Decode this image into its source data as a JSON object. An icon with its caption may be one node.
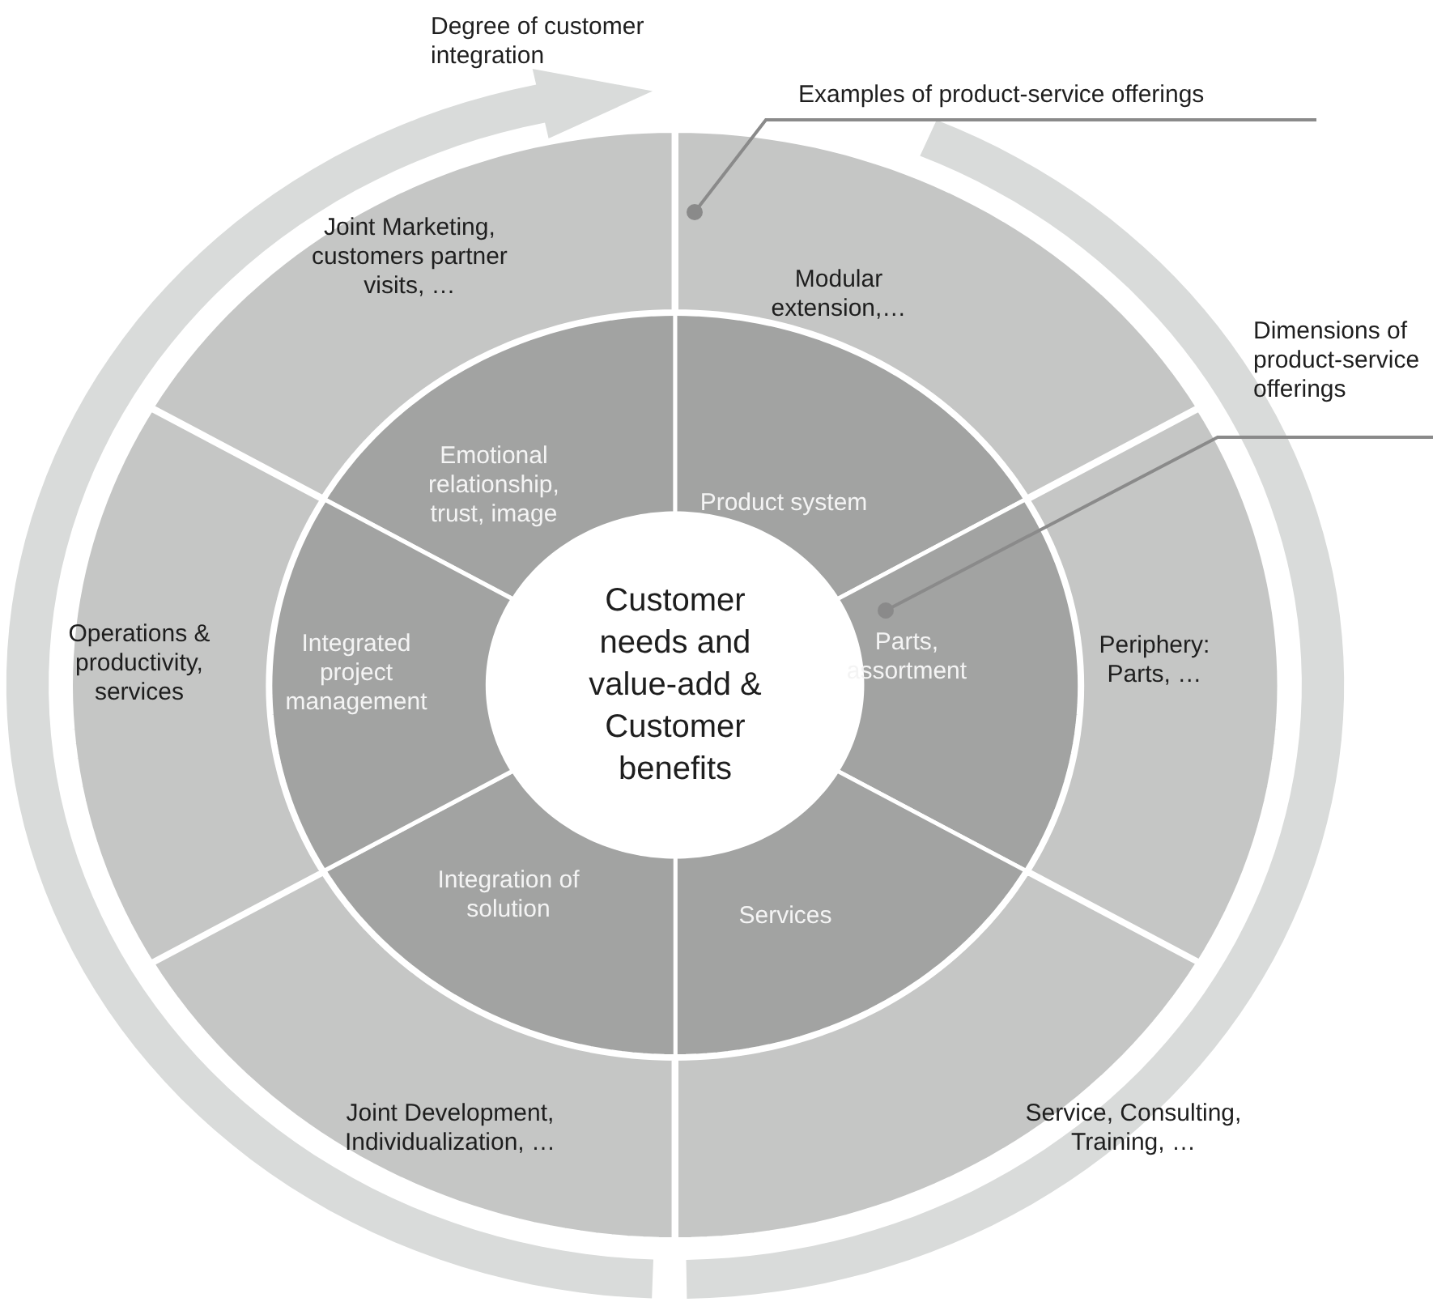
{
  "diagram": {
    "nodes": [
      {
        "text": [
          "Customer needs and value-add & Customer benefits"
        ]
      },
      {
        "text": [
          "Emotional relationship, trust, image"
        ]
      },
      {
        "text": [
          "Product system"
        ]
      },
      {
        "text": [
          "Parts, assortment"
        ]
      },
      {
        "text": [
          "Services"
        ]
      },
      {
        "text": [
          "Integration of solution"
        ]
      },
      {
        "text": [
          "Integrated project management"
        ]
      },
      {
        "text": [
          "Joint Marketing, customers partner visits, …"
        ]
      },
      {
        "text": [
          "Modular extension,…"
        ]
      },
      {
        "text": [
          "Periphery: Parts, …"
        ]
      },
      {
        "text": [
          "Service, Consulting, Training, …"
        ]
      },
      {
        "text": [
          "Joint Development, Individualization, …"
        ]
      },
      {
        "text": [
          "Operations & productivity, services"
        ]
      },
      {
        "text": [
          "Examples of product-service offerings"
        ]
      },
      {
        "text": [
          "Dimensions of product-service offerings"
        ]
      }
    ],
    "edges": [
      {
        "from": 13,
        "to": 8,
        "arrow": "other"
      },
      {
        "from": 14,
        "to": 3,
        "arrow": "other"
      }
    ],
    "labels": [
      "Degree of customer integration"
    ]
  }
}
